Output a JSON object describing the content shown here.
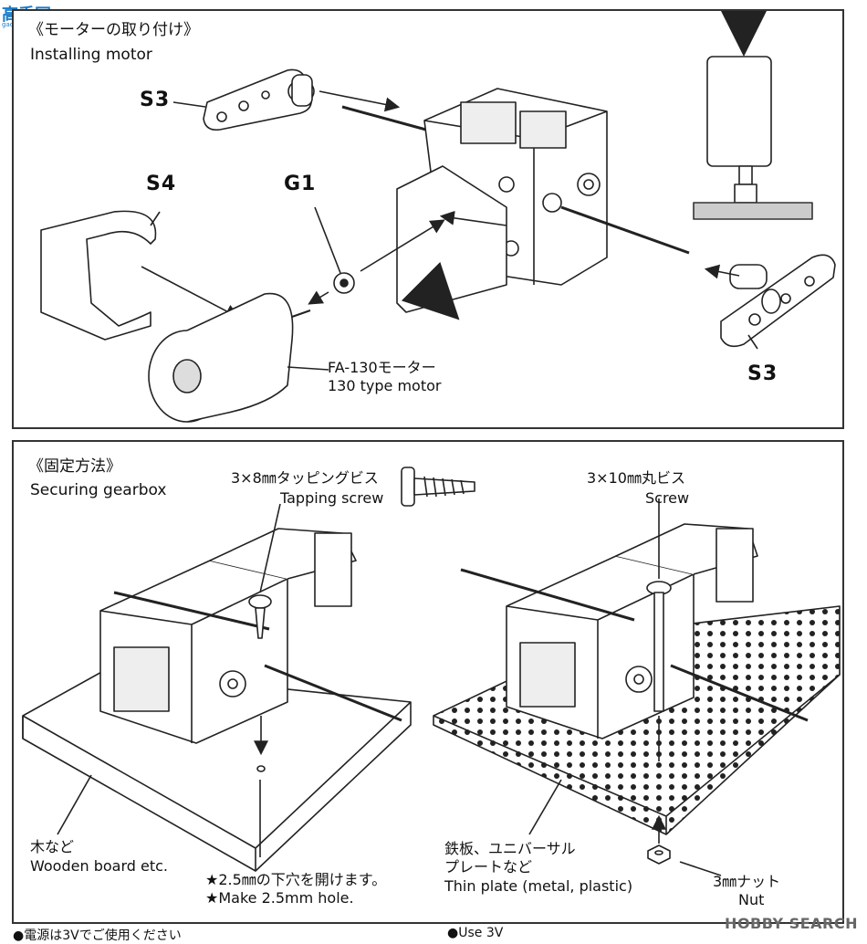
{
  "logo": {
    "mark": "高手网",
    "sub": "gao-shou.com"
  },
  "panel1": {
    "title_jp": "《モーターの取り付け》",
    "title_en": "Installing motor",
    "labels": {
      "s3_top": "S3",
      "s4": "S4",
      "g1": "G1",
      "motor_jp": "FA-130モーター",
      "motor_en": "130 type motor",
      "s3_bottom": "S3"
    }
  },
  "panel2": {
    "title_jp": "《固定方法》",
    "title_en": "Securing gearbox",
    "tapping_jp": "3×8㎜タッピングビス",
    "tapping_en": "Tapping screw",
    "screw_jp": "3×10㎜丸ビス",
    "screw_en": "Screw",
    "wood_jp": "木など",
    "wood_en": "Wooden board etc.",
    "hole_jp": "★2.5㎜の下穴を開けます。",
    "hole_en": "★Make 2.5mm hole.",
    "plate_jp1": "鉄板、ユニバーサル",
    "plate_jp2": "プレートなど",
    "plate_en": "Thin plate (metal, plastic)",
    "nut_jp": "3㎜ナット",
    "nut_en": "Nut"
  },
  "footer": {
    "left": "●電源は3Vでご使用ください",
    "right": "●Use 3V"
  },
  "watermark": "HOBBY SEARCH"
}
